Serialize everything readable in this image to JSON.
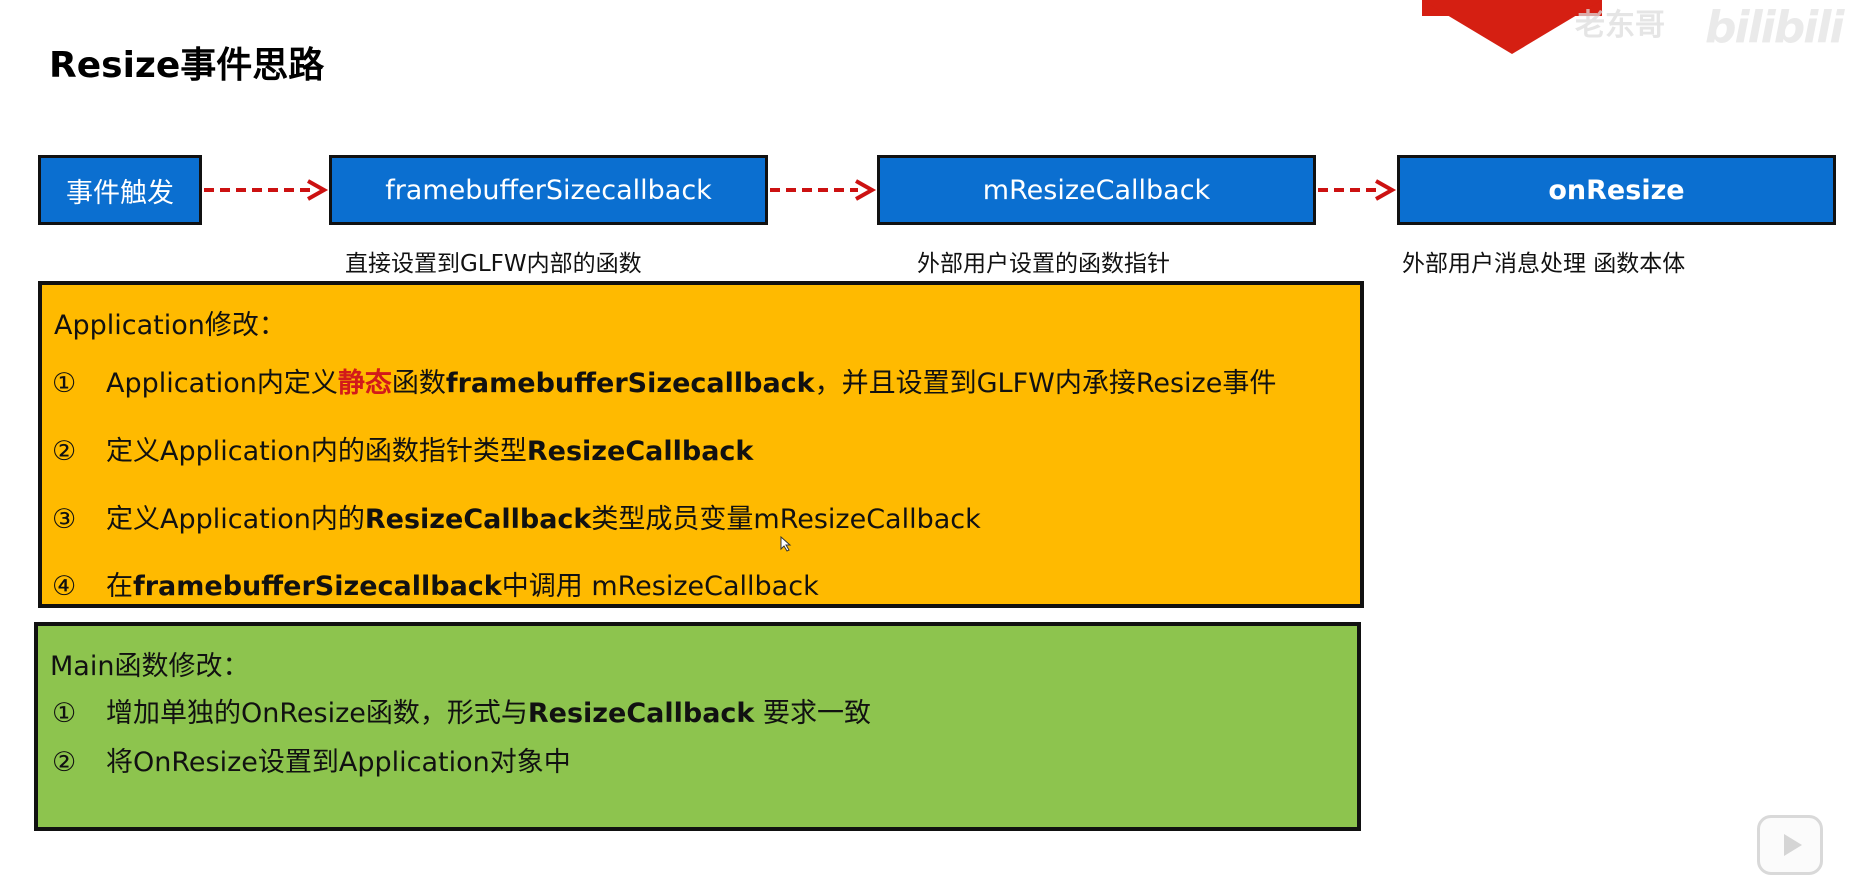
{
  "title": "Resize事件思路",
  "flow": {
    "box1": "事件触发",
    "box2": "framebufferSizecallback",
    "box3": "mResizeCallback",
    "box4": "onResize",
    "caption2": "直接设置到GLFW内部的函数",
    "caption3": "外部用户设置的函数指针",
    "caption4": "外部用户消息处理 函数本体",
    "box_color": "#0b6fd0",
    "arrow_color": "#cc1111"
  },
  "application": {
    "heading": "Application修改：",
    "color": "#ffba00",
    "items": [
      {
        "num": "①",
        "a": "Application内定义",
        "red": "静态",
        "b": "函数",
        "bold": "framebufferSizecallback",
        "c": "，并且设置到GLFW内承接Resize事件"
      },
      {
        "num": "②",
        "a": "定义Application内的函数指针类型",
        "bold": "ResizeCallback"
      },
      {
        "num": "③",
        "a": "定义Application内的",
        "bold": "ResizeCallback",
        "b": "类型成员变量mResizeCallback"
      },
      {
        "num": "④",
        "a": "在",
        "bold": "framebufferSizecallback",
        "b": "中调用 mResizeCallback"
      }
    ]
  },
  "main": {
    "heading": "Main函数修改：",
    "color": "#8dc44e",
    "items": [
      {
        "num": "①",
        "a": "增加单独的OnResize函数，形式与",
        "bold": "ResizeCallback",
        "b": " 要求一致"
      },
      {
        "num": "②",
        "a": "将OnResize设置到Application对象中"
      }
    ]
  },
  "watermark": {
    "text": "老东哥",
    "brand": "bilibili"
  }
}
